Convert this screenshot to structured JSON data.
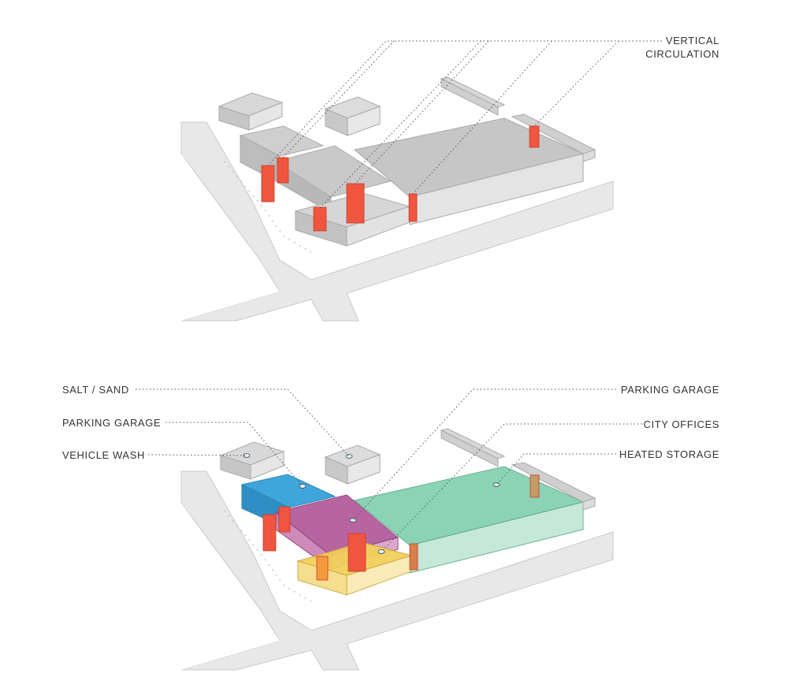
{
  "top_diagram": {
    "label_line1": "VERTICAL",
    "label_line2": "CIRCULATION"
  },
  "bottom_diagram": {
    "labels": {
      "salt_sand": "SALT / SAND",
      "parking_garage_left": "PARKING GARAGE",
      "vehicle_wash": "VEHICLE WASH",
      "parking_garage_right": "PARKING GARAGE",
      "city_offices": "CITY OFFICES",
      "heated_storage": "HEATED STORAGE"
    }
  },
  "colors": {
    "circulation": "#f0553f",
    "salt_sand": "#dedede",
    "vehicle_wash": "#dadada",
    "parking_garage_upper": "#3fa6dc",
    "parking_garage_lower": "#b0589a",
    "city_offices": "#f3cf57",
    "heated_storage": "#7fcfae",
    "building_gray": "#c8c8c8",
    "road": "#e6e6e6"
  }
}
